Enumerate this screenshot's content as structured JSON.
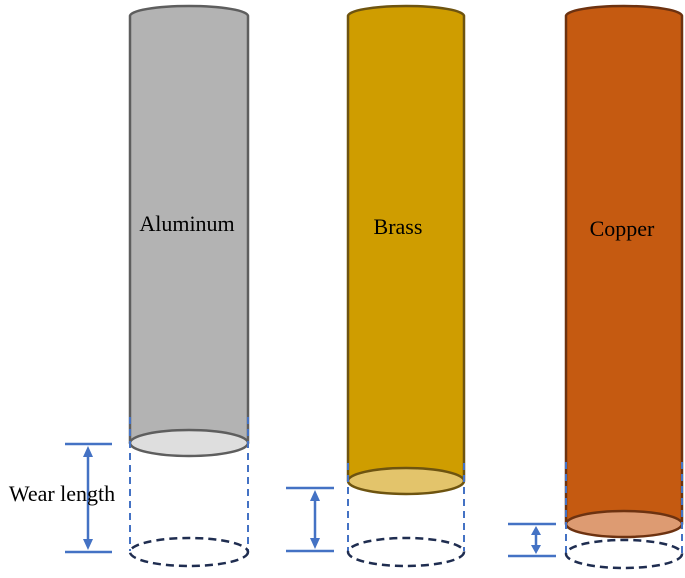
{
  "diagram": {
    "wear_label": "Wear length",
    "rods": [
      {
        "label": "Aluminum",
        "body_color": "#b3b3b3",
        "outline_color": "#5e5e5e",
        "end_face_color": "#dedede"
      },
      {
        "label": "Brass",
        "body_color": "#cf9d00",
        "outline_color": "#6e5410",
        "end_face_color": "#e3c46b"
      },
      {
        "label": "Copper",
        "body_color": "#c55a11",
        "outline_color": "#6d3210",
        "end_face_color": "#dd9b72"
      }
    ],
    "marker_color": "#4472c4",
    "original_end_color": "#1f2d50"
  }
}
